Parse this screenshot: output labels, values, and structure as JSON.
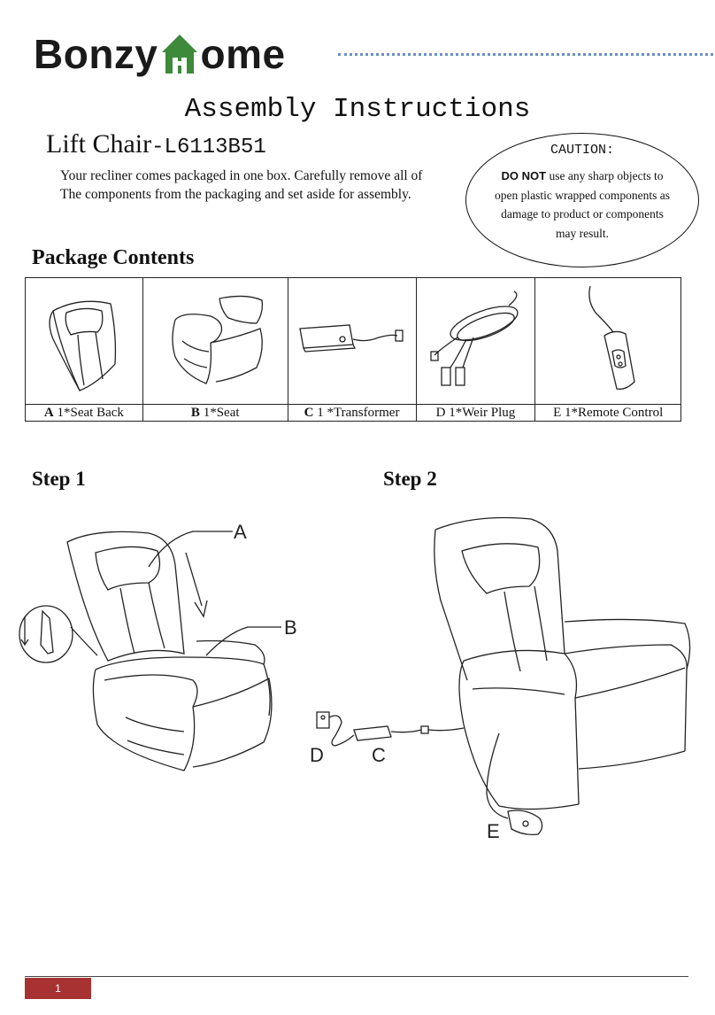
{
  "header": {
    "brand_left": "Bonzy",
    "brand_right": "ome",
    "title": "Assembly Instructions",
    "product_name": "Lift Chair",
    "product_model": "-L6113B51",
    "intro_line1": "Your recliner comes packaged in one box. Carefully remove all of",
    "intro_line2": "The components from the packaging and set aside for assembly.",
    "brand_color": "#3d8a3a"
  },
  "caution": {
    "heading": "CAUTION:",
    "emphasis": "DO NOT",
    "text": " use any sharp objects to open plastic wrapped components as damage to product or components may result."
  },
  "package": {
    "title": "Package Contents",
    "items": [
      {
        "letter": "A",
        "label": " 1*Seat Back",
        "icon": "seat-back-illustration"
      },
      {
        "letter": "B",
        "label": " 1*Seat",
        "icon": "seat-illustration"
      },
      {
        "letter": "C",
        "label": " 1 *Transformer",
        "icon": "transformer-illustration"
      },
      {
        "letter": "",
        "label": "D 1*Weir Plug",
        "icon": "weir-plug-illustration"
      },
      {
        "letter": "",
        "label": "E 1*Remote Control",
        "icon": "remote-control-illustration"
      }
    ]
  },
  "steps": {
    "step1": "Step 1",
    "step2": "Step 2",
    "step1_labels": {
      "a": "A",
      "b": "B"
    },
    "step2_labels": {
      "d": "D",
      "c": "C",
      "e": "E"
    }
  },
  "footer": {
    "page": "1",
    "page_color": "#a83232"
  }
}
